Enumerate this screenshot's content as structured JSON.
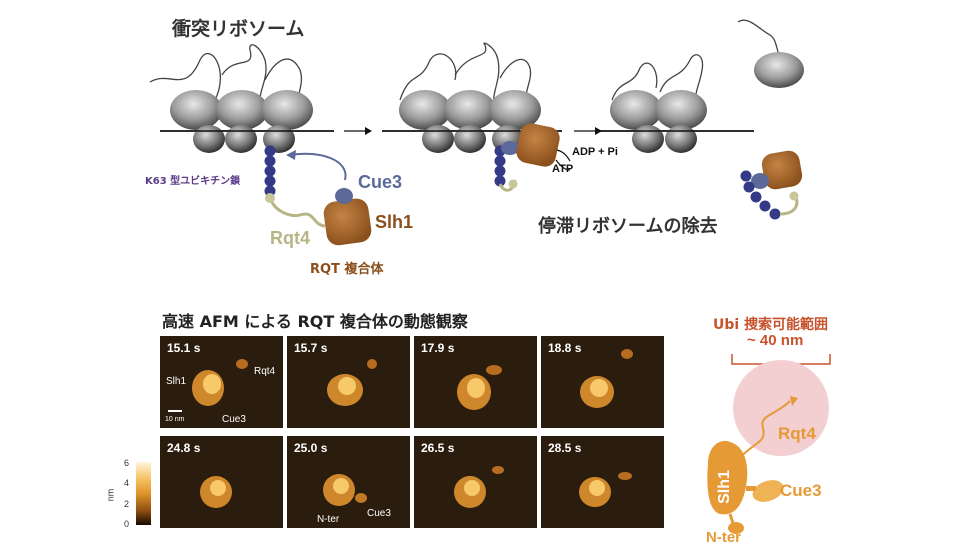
{
  "top": {
    "title_left": "衝突リボソーム",
    "k63_label": "K63 型ユビキチン鎖",
    "cue3_label": "Cue3",
    "slh1_label": "Slh1",
    "rqt4_label": "Rqt4",
    "rqt_label": "RQT 複合体",
    "adp_label": "ADP + Pi",
    "atp_label": "ATP",
    "title_right": "停滞リボソームの除去"
  },
  "afm": {
    "title": "高速 AFM による RQT 複合体の動態観察",
    "panels": [
      {
        "time": "15.1 s"
      },
      {
        "time": "15.7 s"
      },
      {
        "time": "17.9 s"
      },
      {
        "time": "18.8 s"
      },
      {
        "time": "24.8 s"
      },
      {
        "time": "25.0 s"
      },
      {
        "time": "26.5 s"
      },
      {
        "time": "28.5 s"
      }
    ],
    "annotations": {
      "slh1": "Slh1",
      "rqt4": "Rqt4",
      "cue3": "Cue3",
      "scale": "10 nm",
      "nter": "N-ter",
      "cue3_b": "Cue3"
    },
    "colorbar": {
      "unit": "nm",
      "ticks": [
        "6",
        "4",
        "2",
        "0"
      ]
    }
  },
  "schematic": {
    "title": "Ubi 捜索可能範囲",
    "range": "~ 40 nm",
    "rqt4_label": "Rqt4",
    "slh1_label": "Slh1",
    "cue3_label": "Cue3",
    "nter_label": "N-ter"
  },
  "colors": {
    "slh1": "#a0632a",
    "cue3": "#5b6a9a",
    "rqt4": "#b7b586",
    "ubiquitin": "#343a86",
    "k63_text": "#5b3a8a",
    "rqt_text": "#8a4f1c",
    "schematic_orange": "#e69a35",
    "schematic_red": "#c8522c",
    "circle_pink": "#f3cfd2"
  }
}
